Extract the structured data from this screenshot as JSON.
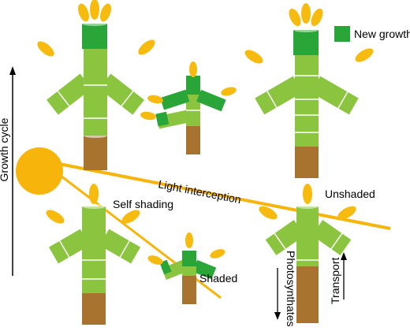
{
  "labels": {
    "legend": "New growth",
    "growth_cycle": "Growth cycle",
    "light_interception": "Light interception",
    "self_shading": "Self shading",
    "unshaded": "Unshaded",
    "shaded": "Shaded",
    "photosynthates": "Photosynthates",
    "transport": "Transport"
  },
  "colors": {
    "stem_light": "#8bc53f",
    "new_growth": "#2aa538",
    "bud": "#f7bb10",
    "sun": "#f7b50c",
    "root": "#a8732f",
    "ring": "#ffffff"
  }
}
